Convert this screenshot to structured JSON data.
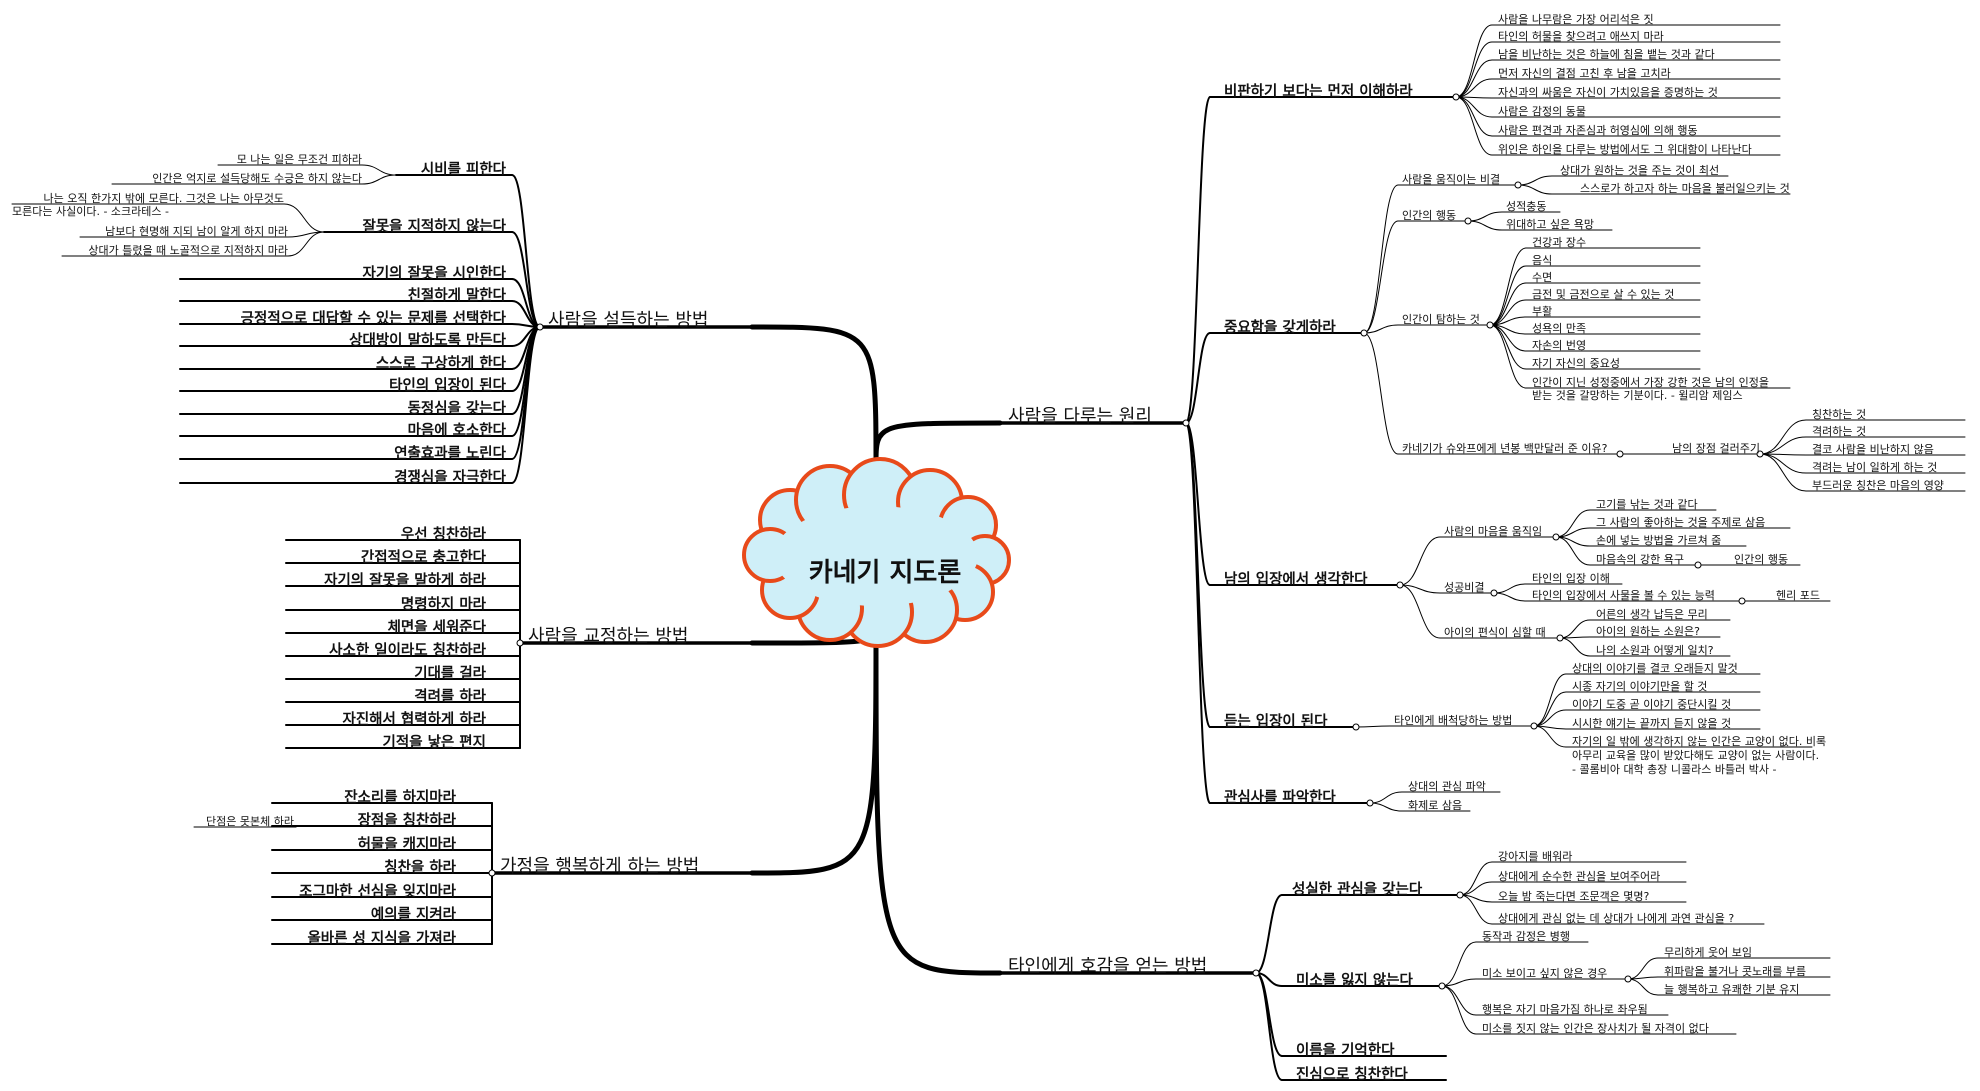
{
  "title": "카네기 지도론",
  "colors": {
    "cloud_fill": "#cfeff8",
    "cloud_stroke": "#e84a1a",
    "line": "#000000"
  },
  "branches": [
    {
      "label": "사람을 다루는 원리",
      "items": [
        {
          "label": "비판하기 보다는 먼저 이해하라",
          "children": [
            {
              "label": "사람을 나무람은 가장 어리석은 짓"
            },
            {
              "label": "타인의 허물을 찾으려고 애쓰지 마라"
            },
            {
              "label": "남을 비난하는 것은 하늘에 침을 뱉는 것과 같다"
            },
            {
              "label": "먼저 자신의 결점 고친 후 남을 고치라"
            },
            {
              "label": "자신과의 싸움은 자신이 가치있음을 증명하는 것"
            },
            {
              "label": "사람은 감정의 동물"
            },
            {
              "label": "사람은 편견과 자존심과 허영심에 의해 행동"
            },
            {
              "label": "위인은 하인을 다루는 방법에서도 그 위대함이 나타난다"
            }
          ]
        },
        {
          "label": "중요함을 갖게하라",
          "children": [
            {
              "label": "사람을 움직이는 비결",
              "children": [
                {
                  "label": "상대가 원하는 것을 주는 것이 최선"
                },
                {
                  "label": "스스로가 하고자 하는 마음을 불러일으키는 것"
                }
              ]
            },
            {
              "label": "인간의 행동",
              "children": [
                {
                  "label": "성적충동"
                },
                {
                  "label": "위대하고 싶은 욕망"
                }
              ]
            },
            {
              "label": "인간이 탐하는 것",
              "children": [
                {
                  "label": "건강과 장수"
                },
                {
                  "label": "음식"
                },
                {
                  "label": "수면"
                },
                {
                  "label": "금전 및 금전으로 살 수 있는 것"
                },
                {
                  "label": "부활"
                },
                {
                  "label": "성욕의 만족"
                },
                {
                  "label": "자손의 번영"
                },
                {
                  "label": "자기 자신의 중요성"
                },
                {
                  "label": "인간이 지닌 성정중에서 가장 강한 것은 남의 인정을",
                  "label2": "받는 것을 갈망하는 기분이다. - 윌리암 제임스"
                }
              ]
            },
            {
              "label": "카네기가 슈와프에게 년봉 백만달러 준 이유?",
              "children": [
                {
                  "label": "남의 장점 걸러주기",
                  "children": [
                    {
                      "label": "칭찬하는 것"
                    },
                    {
                      "label": "격려하는 것"
                    },
                    {
                      "label": "결코 사람을 비난하지 않음"
                    },
                    {
                      "label": "격려는 남이 일하게 하는 것"
                    },
                    {
                      "label": "부드러운 칭찬은 마음의 영양"
                    }
                  ]
                }
              ]
            }
          ]
        },
        {
          "label": "남의 입장에서 생각한다",
          "children": [
            {
              "label": "사람의 마음을 움직임",
              "children": [
                {
                  "label": "고기를 낚는 것과 같다"
                },
                {
                  "label": "그 사람의 좋아하는 것을 주제로 삼음"
                },
                {
                  "label": "손에 넣는 방법을 가르쳐 줌"
                },
                {
                  "label": "마음속의 강한 욕구",
                  "children": [
                    {
                      "label": "인간의 행동"
                    }
                  ]
                }
              ]
            },
            {
              "label": "성공비결",
              "children": [
                {
                  "label": "타인의 입장 이해"
                },
                {
                  "label": "타인의 입장에서 사물을 볼 수 있는 능력",
                  "children": [
                    {
                      "label": "헨리 포드"
                    }
                  ]
                }
              ]
            },
            {
              "label": "아이의 편식이 심할 때",
              "children": [
                {
                  "label": "어른의 생각 납득은 무리"
                },
                {
                  "label": "아이의 원하는 소원은?"
                },
                {
                  "label": "나의 소원과 어떻게 일치?"
                }
              ]
            }
          ]
        },
        {
          "label": "듣는 입장이 된다",
          "children": [
            {
              "label": "타인에게 배척당하는 방법",
              "children": [
                {
                  "label": "상대의 이야기를 결코 오래듣지 말것"
                },
                {
                  "label": "시종 자기의 이야기만을 할 것"
                },
                {
                  "label": "이야기 도중 곧 이야기 중단시킬 것"
                },
                {
                  "label": "시시한 얘기는 끝까지 듣지 않을 것"
                },
                {
                  "label": "자기의 일 밖에 생각하지 않는 인간은 교양이 없다. 비록",
                  "label2": "아무리 교육을 많이 받았다해도 교양이 없는 사람이다.",
                  "label3": "- 콜롬비아 대학 총장 니콜라스 바틀러 박사 -"
                }
              ]
            }
          ]
        },
        {
          "label": "관심사를 파악한다",
          "children": [
            {
              "label": "상대의 관심 파악"
            },
            {
              "label": "화제로 삼음"
            }
          ]
        }
      ]
    },
    {
      "label": "타인에게 호감을 얻는 방법",
      "items": [
        {
          "label": "성실한 관심을 갖는다",
          "children": [
            {
              "label": "강아지를 배워라"
            },
            {
              "label": "상대에게 순수한 관심을 보여주어라"
            },
            {
              "label": "오늘 밤 죽는다면 조문객은 몇명?"
            },
            {
              "label": "상대에게 관심 없는 데 상대가 나에게 과연 관심을 ?"
            }
          ]
        },
        {
          "label": "미소를 잃지 않는다",
          "children": [
            {
              "label": "동작과 감정은 병행"
            },
            {
              "label": "미소 보이고 싶지 않은 경우",
              "children": [
                {
                  "label": "무리하게 웃어 보임"
                },
                {
                  "label": "휘파람을 불거나 콧노래를 부름"
                },
                {
                  "label": "늘 행복하고 유쾌한 기분 유지"
                }
              ]
            },
            {
              "label": "행복은 자기 마음가짐 하나로 좌우됨"
            },
            {
              "label": "미소를 짓지 않는 인간은 장사치가 될 자격이 없다"
            }
          ]
        },
        {
          "label": "이름을 기억한다"
        },
        {
          "label": "진심으로 칭찬한다"
        }
      ]
    },
    {
      "label": "사람을 설득하는 방법",
      "items": [
        {
          "label": "시비를 피한다",
          "children": [
            {
              "label": "모 나는 일은 무조건 피하라"
            },
            {
              "label": "인간은 억지로 설득당해도 수긍은 하지 않는다"
            }
          ]
        },
        {
          "label": "잘못을 지적하지 않는다",
          "children": [
            {
              "label": "나는 오직 한가지 밖에 모른다. 그것은 나는 아무것도",
              "label2": "모른다는 사실이다. - 소크라테스 -"
            },
            {
              "label": "남보다 현명해 지되 남이 알게 하지 마라"
            },
            {
              "label": "상대가 틀렸을 때 노골적으로 지적하지 마라"
            }
          ]
        },
        {
          "label": "자기의 잘못을 시인한다"
        },
        {
          "label": "친절하게 말한다"
        },
        {
          "label": "긍정적으로 대답할 수 있는 문제를 선택한다"
        },
        {
          "label": "상대방이 말하도록 만든다"
        },
        {
          "label": "스스로 구상하게 한다"
        },
        {
          "label": "타인의 입장이 된다"
        },
        {
          "label": "동정심을 갖는다"
        },
        {
          "label": "마음에 호소한다"
        },
        {
          "label": "연출효과를 노린다"
        },
        {
          "label": "경쟁심을 자극한다"
        }
      ]
    },
    {
      "label": "사람을 교정하는 방법",
      "items": [
        {
          "label": "우선 칭찬하라"
        },
        {
          "label": "간접적으로 충고한다"
        },
        {
          "label": "자기의 잘못을 말하게 하라"
        },
        {
          "label": "명령하지 마라"
        },
        {
          "label": "체면을 세워준다"
        },
        {
          "label": "사소한 일이라도 칭찬하라"
        },
        {
          "label": "기대를 걸라"
        },
        {
          "label": "격려를 하라"
        },
        {
          "label": "자진해서 협력하게 하라"
        },
        {
          "label": "기적을 낳은 편지"
        }
      ]
    },
    {
      "label": "가정을 행복하게 하는 방법",
      "items": [
        {
          "label": "잔소리를 하지마라"
        },
        {
          "label": "장점을 칭찬하라",
          "children": [
            {
              "label": "단점은 못본체 하라"
            }
          ]
        },
        {
          "label": "허물을 캐지마라"
        },
        {
          "label": "칭찬을 하라"
        },
        {
          "label": "조그마한 선심을 잊지마라"
        },
        {
          "label": "예의를 지켜라"
        },
        {
          "label": "올바른 성 지식을 가져라"
        }
      ]
    }
  ]
}
